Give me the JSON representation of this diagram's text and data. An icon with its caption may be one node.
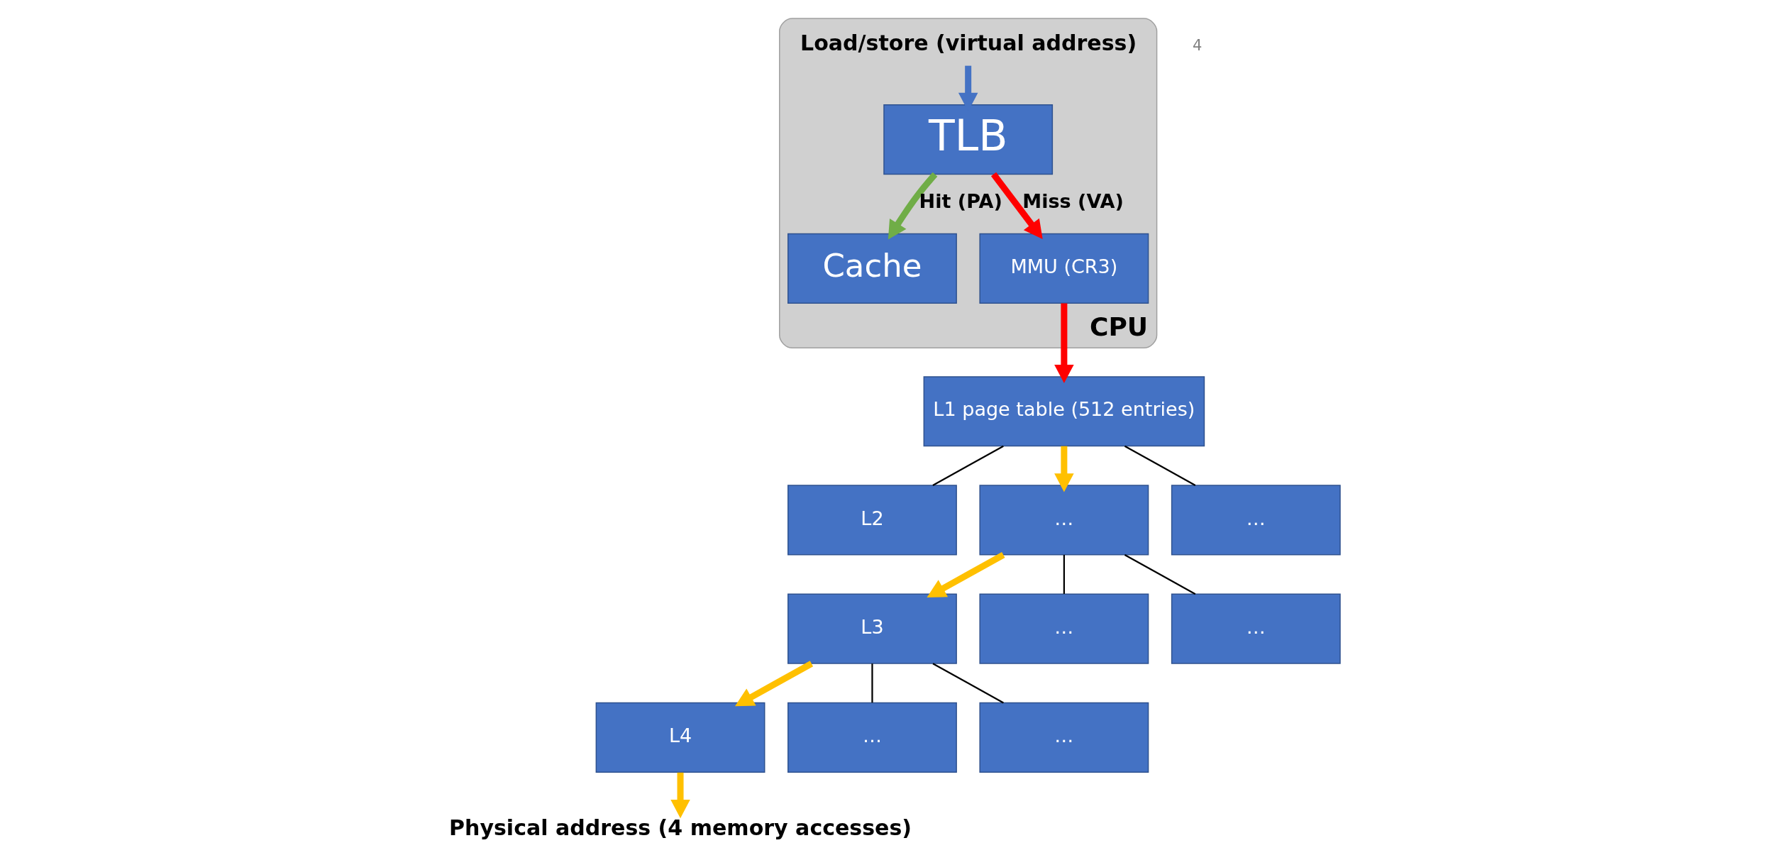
{
  "diagram": {
    "nodes": [
      {
        "text": [
          "CPU"
        ]
      },
      {
        "text": [
          "Load/store (virtual address)"
        ],
        "in": 0
      },
      {
        "text": [
          "TLB"
        ],
        "in": 0
      },
      {
        "text": [
          "Cache"
        ],
        "in": 0
      },
      {
        "text": [
          "MMU (CR3)"
        ],
        "in": 0
      },
      {
        "text": [
          "L1 page table (512 entries)"
        ]
      },
      {
        "text": [
          "L2"
        ]
      },
      {
        "text": [
          "…"
        ]
      },
      {
        "text": [
          "…"
        ]
      },
      {
        "text": [
          "L3"
        ]
      },
      {
        "text": [
          "…"
        ]
      },
      {
        "text": [
          "…"
        ]
      },
      {
        "text": [
          "L4"
        ]
      },
      {
        "text": [
          "…"
        ]
      },
      {
        "text": [
          "…"
        ]
      },
      {
        "text": [
          "Physical address (4 memory accesses)"
        ]
      }
    ],
    "edges": [
      {
        "from": 1,
        "to": 2,
        "arrow": "to",
        "color": "#4472c4"
      },
      {
        "from": 2,
        "to": 3,
        "arrow": "to",
        "label": "Hit (PA)",
        "color": "#70ad47"
      },
      {
        "from": 2,
        "to": 4,
        "arrow": "to",
        "label": "Miss (VA)",
        "color": "#ff0000"
      },
      {
        "from": 4,
        "to": 5,
        "arrow": "to",
        "color": "#ff0000"
      },
      {
        "from": 5,
        "to": 6,
        "arrow": "none"
      },
      {
        "from": 5,
        "to": 8,
        "arrow": "none"
      },
      {
        "from": 5,
        "to": 7,
        "arrow": "to",
        "color": "#ffc000"
      },
      {
        "from": 7,
        "to": 9,
        "arrow": "to",
        "color": "#ffc000"
      },
      {
        "from": 7,
        "to": 10,
        "arrow": "none"
      },
      {
        "from": 7,
        "to": 11,
        "arrow": "none"
      },
      {
        "from": 9,
        "to": 12,
        "arrow": "to",
        "color": "#ffc000"
      },
      {
        "from": 9,
        "to": 13,
        "arrow": "none"
      },
      {
        "from": 9,
        "to": 14,
        "arrow": "none"
      },
      {
        "from": 12,
        "to": 15,
        "arrow": "to",
        "color": "#ffc000"
      }
    ],
    "labels": [
      "4"
    ]
  }
}
